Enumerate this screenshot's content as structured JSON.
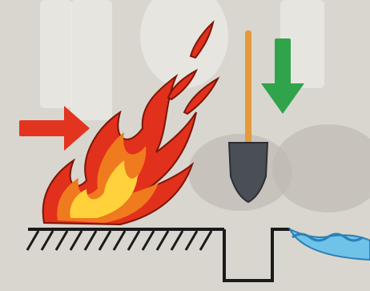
{
  "diagram": {
    "icons": [
      {
        "key": "wind",
        "name": "arrow-right-icon",
        "meaning": "wind-direction"
      },
      {
        "key": "fire",
        "name": "flame-icon",
        "meaning": "fire"
      },
      {
        "key": "shovel",
        "name": "shovel-icon",
        "meaning": "digging-tool"
      },
      {
        "key": "down",
        "name": "arrow-down-icon",
        "meaning": "dig-direction"
      },
      {
        "key": "trench",
        "name": "trench-icon",
        "meaning": "firebreak-trench"
      },
      {
        "key": "water",
        "name": "water-icon",
        "meaning": "water"
      }
    ],
    "colors": {
      "background": "#d9d6cf",
      "fog_light": "#ecebe6",
      "fog_dark": "#bfbbb4",
      "fire_outer": "#e1301c",
      "fire_mid": "#f07a1e",
      "fire_inner": "#ffd23c",
      "wind_arrow": "#e2341f",
      "dig_arrow": "#2fa44a",
      "shovel_blade": "#4a4f57",
      "shovel_handle": "#e59a3a",
      "ground_line": "#1a1a1a",
      "water": "#6fc3e8",
      "water_edge": "#2c7fb6"
    }
  }
}
